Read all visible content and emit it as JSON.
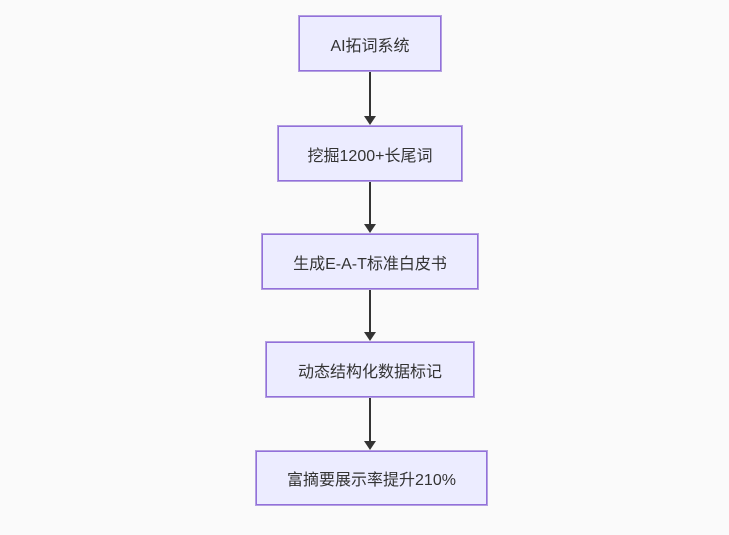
{
  "diagram": {
    "type": "flowchart",
    "direction": "top-down",
    "nodes": [
      {
        "id": "node-1",
        "label": "AI拓词系统"
      },
      {
        "id": "node-2",
        "label": "挖掘1200+长尾词"
      },
      {
        "id": "node-3",
        "label": "生成E-A-T标准白皮书"
      },
      {
        "id": "node-4",
        "label": "动态结构化数据标记"
      },
      {
        "id": "node-5",
        "label": "富摘要展示率提升210%"
      }
    ],
    "edges": [
      {
        "from": "node-1",
        "to": "node-2"
      },
      {
        "from": "node-2",
        "to": "node-3"
      },
      {
        "from": "node-3",
        "to": "node-4"
      },
      {
        "from": "node-4",
        "to": "node-5"
      }
    ]
  },
  "colors": {
    "background": "#fafafa",
    "node_fill": "#ECECFF",
    "node_border": "#9370DB",
    "node_text": "#333333",
    "arrow": "#333333"
  }
}
